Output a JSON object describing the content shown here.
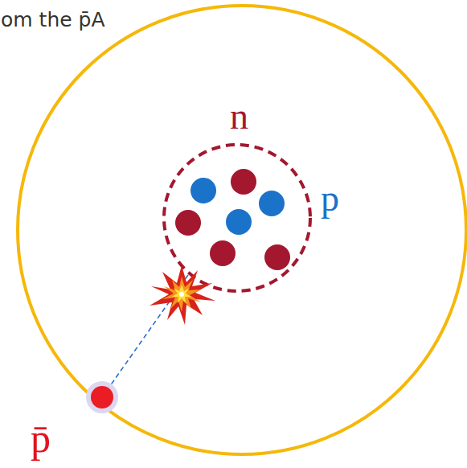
{
  "diagram": {
    "labels": [
      "om the p̄A",
      "n",
      "p",
      "p̄"
    ]
  }
}
